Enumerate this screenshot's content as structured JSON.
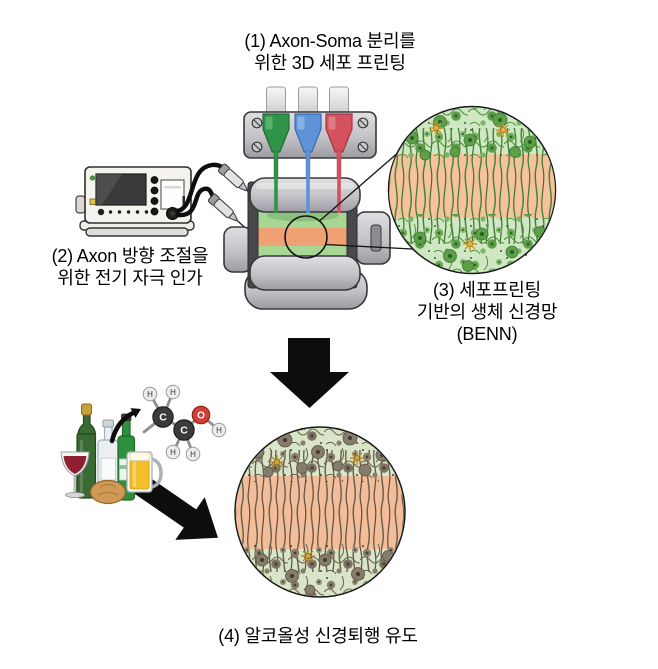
{
  "figure": {
    "steps": {
      "step1": {
        "lines": [
          "(1) Axon-Soma 분리를",
          "위한 3D 세포 프린팅"
        ]
      },
      "step2": {
        "lines": [
          "(2) Axon 방향 조절을",
          "위한 전기 자극 인가"
        ]
      },
      "step3": {
        "lines": [
          "(3) 세포프린팅",
          "기반의 생체 신경망",
          "(BENN)"
        ]
      },
      "step4": {
        "lines": [
          "(4) 알코올성 신경퇴행 유도"
        ]
      }
    },
    "molecule": {
      "name": "ethanol-molecule",
      "atoms": [
        {
          "label": "H"
        },
        {
          "label": "H"
        },
        {
          "label": "C"
        },
        {
          "label": "C"
        },
        {
          "label": "O"
        },
        {
          "label": "H"
        },
        {
          "label": "H"
        },
        {
          "label": "H"
        }
      ]
    },
    "colors": {
      "nozzle_green": "#2f9447",
      "nozzle_blue": "#5f93d8",
      "nozzle_red": "#d4525e",
      "gel_green": "#a8d795",
      "axon_channel_orange": "#f0a173",
      "healthy_bg": "#cfe7c2",
      "healthy_band": "#f5c29c",
      "degenerated_bg": "#d8e5c6",
      "degenerated_band": "#f3bd99",
      "arrow_black": "#0d0d0d"
    },
    "illustrations": [
      "electrical-stimulator",
      "stimulation-probes",
      "bioprinter-nozzles",
      "printing-chamber",
      "healthy-benn-magnified-view",
      "alcohol-bottles",
      "ethanol-molecule",
      "degenerated-benn-magnified-view"
    ]
  }
}
